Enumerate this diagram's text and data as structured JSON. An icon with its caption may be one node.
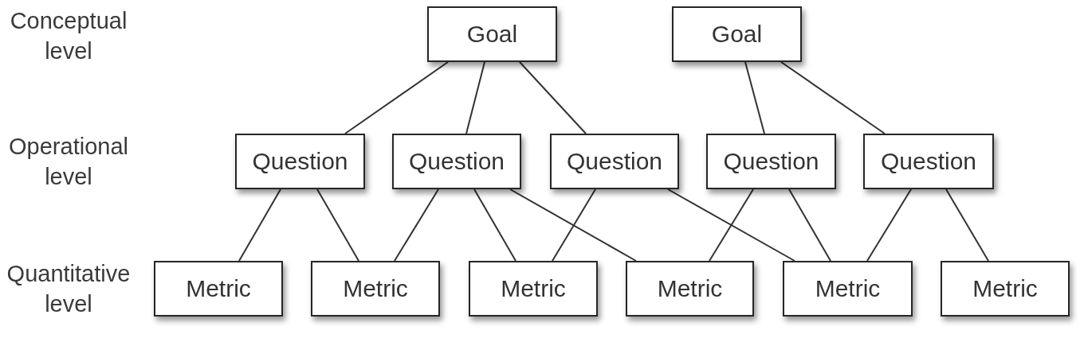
{
  "diagram": {
    "nodes": [
      {
        "text": [
          "Goal"
        ]
      },
      {
        "text": [
          "Goal"
        ]
      },
      {
        "text": [
          "Question"
        ]
      },
      {
        "text": [
          "Question"
        ]
      },
      {
        "text": [
          "Question"
        ]
      },
      {
        "text": [
          "Question"
        ]
      },
      {
        "text": [
          "Question"
        ]
      },
      {
        "text": [
          "Metric"
        ]
      },
      {
        "text": [
          "Metric"
        ]
      },
      {
        "text": [
          "Metric"
        ]
      },
      {
        "text": [
          "Metric"
        ]
      },
      {
        "text": [
          "Metric"
        ]
      },
      {
        "text": [
          "Metric"
        ]
      }
    ],
    "edges": [
      {
        "from": 0,
        "to": 2,
        "arrow": "none"
      },
      {
        "from": 0,
        "to": 3,
        "arrow": "none"
      },
      {
        "from": 0,
        "to": 4,
        "arrow": "none"
      },
      {
        "from": 1,
        "to": 5,
        "arrow": "none"
      },
      {
        "from": 1,
        "to": 6,
        "arrow": "none"
      },
      {
        "from": 2,
        "to": 7,
        "arrow": "none"
      },
      {
        "from": 2,
        "to": 8,
        "arrow": "none"
      },
      {
        "from": 3,
        "to": 8,
        "arrow": "none"
      },
      {
        "from": 3,
        "to": 9,
        "arrow": "none"
      },
      {
        "from": 3,
        "to": 10,
        "arrow": "none"
      },
      {
        "from": 4,
        "to": 9,
        "arrow": "none"
      },
      {
        "from": 4,
        "to": 11,
        "arrow": "none"
      },
      {
        "from": 5,
        "to": 10,
        "arrow": "none"
      },
      {
        "from": 5,
        "to": 11,
        "arrow": "none"
      },
      {
        "from": 6,
        "to": 11,
        "arrow": "none"
      },
      {
        "from": 6,
        "to": 12,
        "arrow": "none"
      }
    ],
    "labels": [
      "Conceptual level",
      "Operational level",
      "Quantitative level"
    ]
  }
}
